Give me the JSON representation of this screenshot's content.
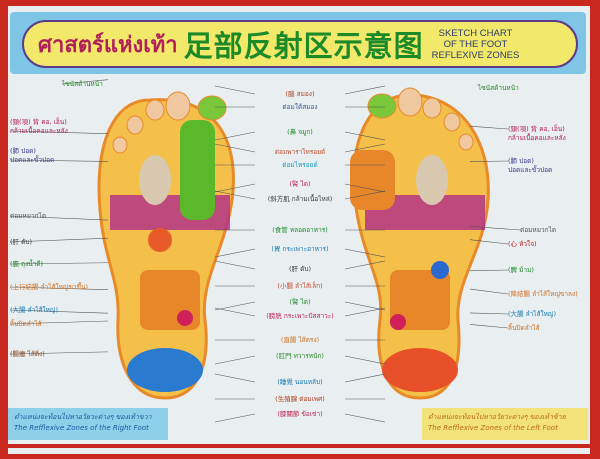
{
  "title": {
    "thai": "ศาสตร์แห่งเท้า",
    "chinese": "足部反射区示意图",
    "english": [
      "SKETCH CHART",
      "OF THE FOOT",
      "REFLEXIVE ZONES"
    ]
  },
  "left_labels": [
    {
      "text": "ไซนัสด้านหน้า",
      "color": "#2a8a2a"
    },
    {
      "text": "(頸(項) 背 คอ, เอ็น)",
      "color": "#b0205a"
    },
    {
      "text": "กล้ามเนื้อคอและหลัง",
      "color": "#b0205a"
    },
    {
      "text": "(肺 ปอด)",
      "color": "#3a3a8a"
    },
    {
      "text": "ปอดและขั้วปอด",
      "color": "#3a3a8a"
    },
    {
      "text": "ต่อมหมวกไต",
      "color": "#555555"
    },
    {
      "text": "(肝 ตับ)",
      "color": "#3a3a3a"
    },
    {
      "text": "(膽 ถุงน้ำดี)",
      "color": "#1d8a2a"
    },
    {
      "text": "(上行結腸 ลำไส้ใหญ่ขาขึ้น)",
      "color": "#d07020"
    },
    {
      "text": "(大腸 ลำไส้ใหญ่)",
      "color": "#1a7ab0"
    },
    {
      "text": "ลิ้นปิดลำไส้",
      "color": "#d07020"
    },
    {
      "text": "(腸瘻 ไส้ติ่ง)",
      "color": "#8a4a20"
    }
  ],
  "center_labels": [
    {
      "text": "(腦 สมอง)",
      "color": "#b04020"
    },
    {
      "text": "ต่อมใต้สมอง",
      "color": "#3a5a9a"
    },
    {
      "text": "(鼻 จมูก)",
      "color": "#1d8a2a"
    },
    {
      "text": "ต่อมพาราไทรอยด์",
      "color": "#c05030"
    },
    {
      "text": "ต่อมไทรอยด์",
      "color": "#1a9ac0"
    },
    {
      "text": "(腎 ไต)",
      "color": "#c02050"
    },
    {
      "text": "(斜方肌 กล้ามเนื้อไหล่)",
      "color": "#3a3a3a"
    },
    {
      "text": "(食管 หลอดอาหาร)",
      "color": "#1d8a2a"
    },
    {
      "text": "(胃 กระเพาะอาหาร)",
      "color": "#1a7ab0"
    },
    {
      "text": "(肝 ตับ)",
      "color": "#3a3a3a"
    },
    {
      "text": "(小腸 ลำไส้เล็ก)",
      "color": "#c05030"
    },
    {
      "text": "(腎 ไต)",
      "color": "#1d8a2a"
    },
    {
      "text": "(膀胱 กระเพาะปัสสาวะ)",
      "color": "#c02050"
    },
    {
      "text": "(直腸 ไส้ตรง)",
      "color": "#d07020"
    },
    {
      "text": "(肛門 ทวารหนัก)",
      "color": "#2a8a2a"
    },
    {
      "text": "(睡覺 นอนหลับ)",
      "color": "#1a7ab0"
    },
    {
      "text": "(生殖腺 ต่อมเพศ)",
      "color": "#b04020"
    },
    {
      "text": "(膝關節 ข้อเข่า)",
      "color": "#c02050"
    }
  ],
  "right_labels": [
    {
      "text": "ไซนัสด้านหน้า",
      "color": "#2a8a2a"
    },
    {
      "text": "(頸(項) 背 คอ, เอ็น)",
      "color": "#b0205a"
    },
    {
      "text": "กล้ามเนื้อคอและหลัง",
      "color": "#b0205a"
    },
    {
      "text": "(肺 ปอด)",
      "color": "#3a3a8a"
    },
    {
      "text": "ปอดและขั้วปอด",
      "color": "#3a3a8a"
    },
    {
      "text": "ต่อมหมวกไต",
      "color": "#555555"
    },
    {
      "text": "(心 หัวใจ)",
      "color": "#c02020"
    },
    {
      "text": "(脾 ม้าม)",
      "color": "#1d8a2a"
    },
    {
      "text": "(降結腸 ลำไส้ใหญ่ขาลง)",
      "color": "#d07020"
    },
    {
      "text": "(大腸 ลำไส้ใหญ่)",
      "color": "#1a7ab0"
    },
    {
      "text": "ลิ้นปิดลำไส้",
      "color": "#d07020"
    }
  ],
  "captions": {
    "right_foot_thai": "ตำแหน่งจะท้อนไปหาอวัยวะต่างๆ ของเท้าขวา",
    "right_foot_en": "The Refflexive Zones of the Right Foot",
    "left_foot_thai": "ตำแหน่งจะท้อนไปหาอวัยวะต่างๆ ของเท้าซ้าย",
    "left_foot_en": "The Refflexive Zones of the Left Foot"
  },
  "colors": {
    "frame": "#c8281e",
    "banner": "#7fc6e6",
    "banner_inner": "#f2e96a",
    "foot_outline": "#e88a2a"
  }
}
